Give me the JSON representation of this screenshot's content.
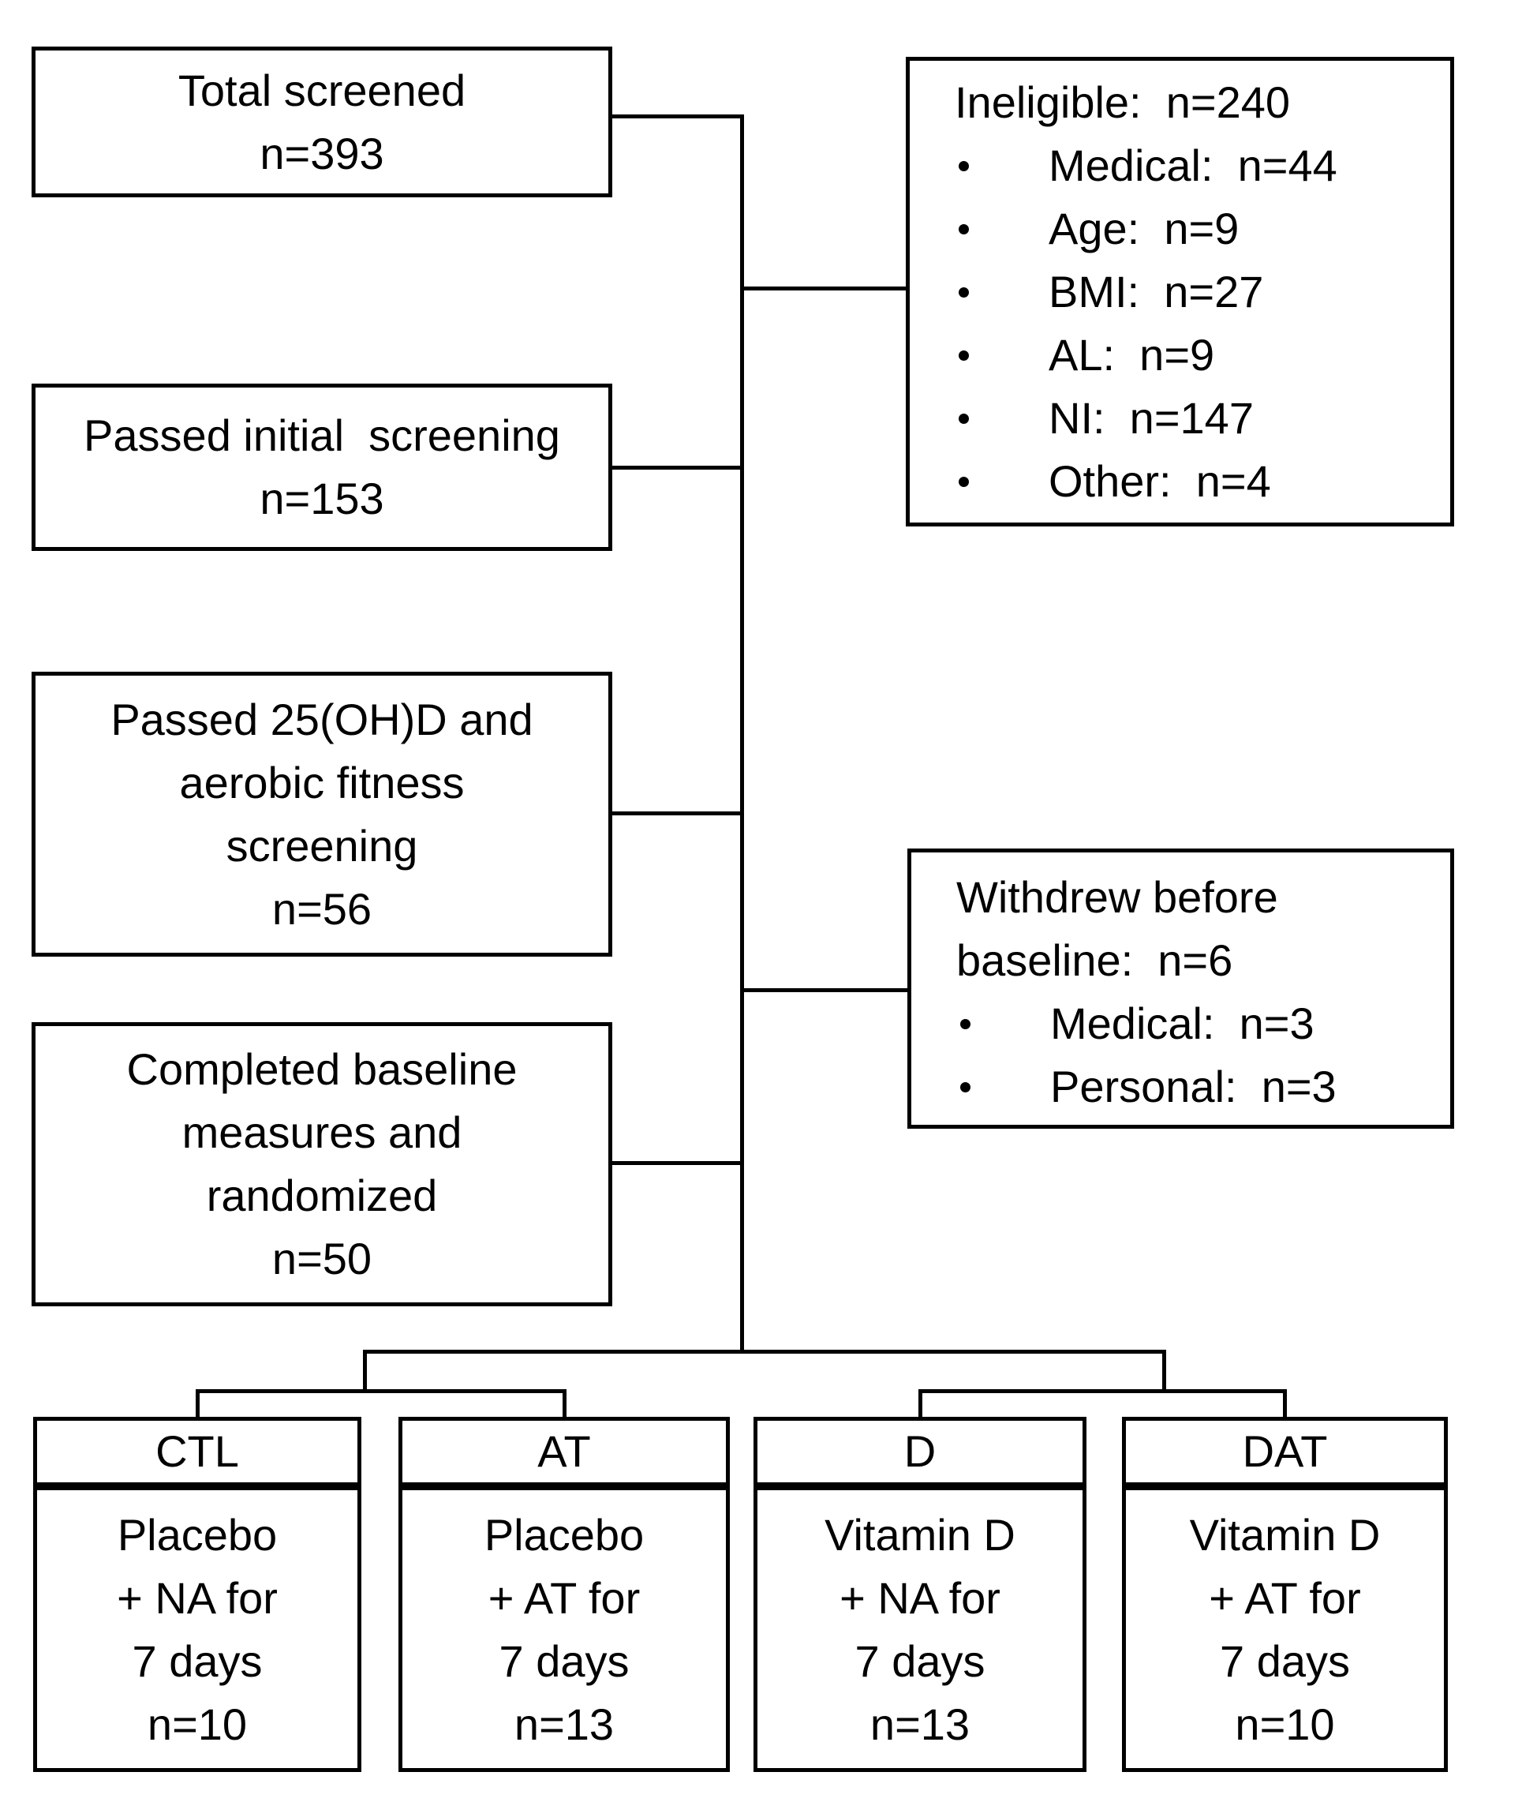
{
  "flow_boxes": [
    {
      "id": "total-screened",
      "lines": [
        "Total screened",
        "n=393"
      ]
    },
    {
      "id": "passed-initial",
      "lines": [
        "Passed initial  screening",
        "n=153"
      ]
    },
    {
      "id": "passed-25ohd",
      "lines": [
        "Passed 25(OH)D and",
        "aerobic fitness",
        "screening",
        "n=56"
      ]
    },
    {
      "id": "completed-baseline",
      "lines": [
        "Completed baseline",
        "measures and",
        "randomized",
        "n=50"
      ]
    }
  ],
  "side_boxes": [
    {
      "id": "ineligible",
      "title_lines": [
        "Ineligible:  n=240"
      ],
      "bullets": [
        "Medical:  n=44",
        "Age:  n=9",
        "BMI:  n=27",
        "AL:  n=9",
        "NI:  n=147",
        "Other:  n=4"
      ]
    },
    {
      "id": "withdrew",
      "title_lines": [
        "Withdrew before",
        "baseline:  n=6"
      ],
      "bullets": [
        "Medical:  n=3",
        "Personal:  n=3"
      ]
    }
  ],
  "groups": [
    {
      "header": "CTL",
      "lines": [
        "Placebo",
        "+ NA for",
        "7 days",
        "n=10"
      ]
    },
    {
      "header": "AT",
      "lines": [
        "Placebo",
        "+ AT for",
        "7 days",
        "n=13"
      ]
    },
    {
      "header": "D",
      "lines": [
        "Vitamin D",
        "+ NA for",
        "7 days",
        "n=13"
      ]
    },
    {
      "header": "DAT",
      "lines": [
        "Vitamin D",
        "+ AT for",
        "7 days",
        "n=10"
      ]
    }
  ],
  "colors": {
    "background": "#ffffff",
    "line": "#000000",
    "text": "#000000"
  }
}
